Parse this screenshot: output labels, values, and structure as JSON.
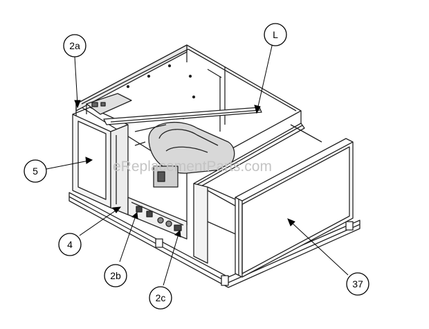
{
  "watermark": "eReplacementParts.com",
  "callouts": [
    {
      "id": "2a",
      "label": "2a"
    },
    {
      "id": "L",
      "label": "L"
    },
    {
      "id": "5",
      "label": "5"
    },
    {
      "id": "4",
      "label": "4"
    },
    {
      "id": "2b",
      "label": "2b"
    },
    {
      "id": "2c",
      "label": "2c"
    },
    {
      "id": "37",
      "label": "37"
    }
  ]
}
